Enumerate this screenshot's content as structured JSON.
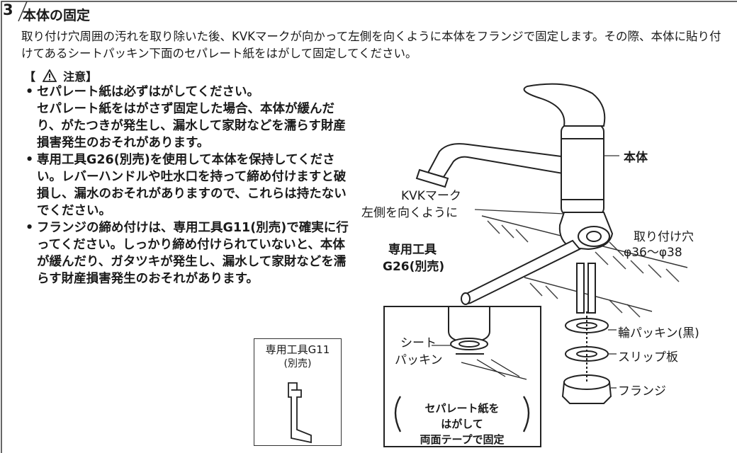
{
  "step_number": "3",
  "title": "本体の固定",
  "intro": "取り付け穴周囲の汚れを取り除いた後、KVKマークが向かって左側を向くように本体をフランジで固定します。その際、本体に貼り付けてあるシートパッキン下面のセパレート紙をはがして固定してください。",
  "caution_open": "【",
  "caution_label": "注意】",
  "bullets": [
    {
      "lead": "セパレート紙は必ずはがしてください。",
      "body": "セパレート紙をはがさず固定した場合、本体が緩んだり、がたつきが発生し、漏水して家財などを濡らす財産損害発生のおそれがあります。"
    },
    {
      "lead": "",
      "body": "専用工具G26(別売)を使用して本体を保持してください。レバーハンドルや吐水口を持って締め付けますと破損し、漏水のおそれがありますので、これらは持たないでください。"
    },
    {
      "lead": "",
      "body": "フランジの締め付けは、専用工具G11(別売)で確実に行ってください。しっかり締め付けられていないと、本体が緩んだり、ガタツキが発生し、漏水して家財などを濡らす財産損害発生のおそれがあります。"
    }
  ],
  "labels": {
    "body": "本体",
    "kvk_line1": "KVKマーク",
    "kvk_line2": "左側を向くように",
    "hole_line1": "取り付け穴",
    "hole_line2": "φ36〜φ38",
    "tool_g26_line1": "専用工具",
    "tool_g26_line2": "G26(別売)",
    "ring_packing": "輪パッキン(黒)",
    "slip_plate": "スリップ板",
    "flange": "フランジ",
    "sheet_line1": "シート",
    "sheet_line2": "パッキン",
    "g11_line1": "専用工具G11",
    "g11_line2": "(別売)",
    "note_line1": "セパレート紙を",
    "note_line2": "はがして",
    "note_line3": "両面テープで固定"
  }
}
